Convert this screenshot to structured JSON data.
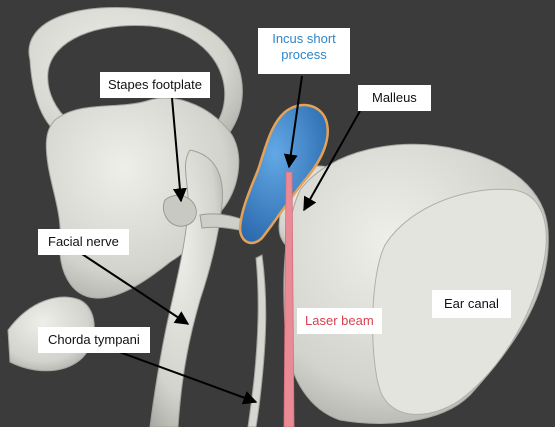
{
  "labels": {
    "incus": "Incus short process",
    "stapes": "Stapes footplate",
    "malleus": "Malleus",
    "facial_nerve": "Facial nerve",
    "chorda_tympani": "Chorda tympani",
    "laser_beam": "Laser beam",
    "ear_canal": "Ear canal"
  },
  "colors": {
    "background": "#3b3b3b",
    "anatomy": "#d9d9d4",
    "incus_fill": "#3a7fc4",
    "incus_outline": "#e3a25a",
    "laser_beam": "#e98a95",
    "incus_label_text": "#2f86c9",
    "laser_label_text": "#d8434f",
    "leader_line": "#000000"
  }
}
